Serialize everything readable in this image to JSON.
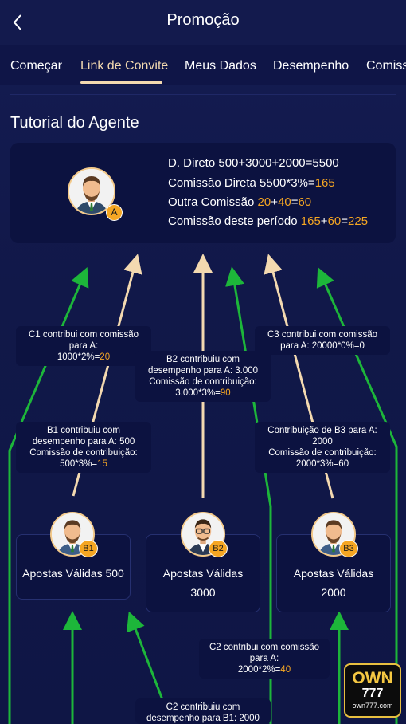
{
  "header": {
    "title": "Promoção"
  },
  "tabs": [
    {
      "label": "Começar"
    },
    {
      "label": "Link de Convite"
    },
    {
      "label": "Meus Dados"
    },
    {
      "label": "Desempenho"
    },
    {
      "label": "Comiss"
    }
  ],
  "section_title": "Tutorial do Agente",
  "agent": {
    "badge": "A",
    "line1": "D. Direto 500+3000+2000=5500",
    "line2_prefix": "Comissão Direta 5500*3%=",
    "line2_value": "165",
    "line3_prefix": "Outra Comissão ",
    "line3_a": "20",
    "line3_plus1": "+",
    "line3_b": "40",
    "line3_eq": "=",
    "line3_c": "60",
    "line4_prefix": "Comissão deste período ",
    "line4_a": "165",
    "line4_plus": "+",
    "line4_b": "60",
    "line4_eq": "=",
    "line4_c": "225"
  },
  "labels": {
    "c1_l1": "C1 contribui com comissão",
    "c1_l2": "para A:",
    "c1_l3a": "1000*2%=",
    "c1_l3b": "20",
    "b2_l1": "B2 contribuiu com",
    "b2_l2": "desempenho para A: 3.000",
    "b2_l3": "Comissão de contribuição:",
    "b2_l4a": "3.000*3%=",
    "b2_l4b": "90",
    "c3_l1": "C3 contribui com comissão",
    "c3_l2": "para A: 20000*0%=0",
    "b1_l1": "B1 contribuiu com",
    "b1_l2": "desempenho para A: 500",
    "b1_l3": "Comissão de contribuição:",
    "b1_l4a": "500*3%=",
    "b1_l4b": "15",
    "b3_l1": "Contribuição de B3 para A:",
    "b3_l2": "2000",
    "b3_l3": "Comissão de contribuição:",
    "b3_l4": "2000*3%=60",
    "c2_l1": "C2 contribui com comissão",
    "c2_l2": "para A:",
    "c2_l3a": "2000*2%=",
    "c2_l3b": "40",
    "c2b_l1": "C2 contribuiu com",
    "c2b_l2": "desempenho para B1: 2000"
  },
  "cards": [
    {
      "badge": "B1",
      "label": "Apostas Válidas 500",
      "value": ""
    },
    {
      "badge": "B2",
      "label": "Apostas Válidas",
      "value": "3000"
    },
    {
      "badge": "B3",
      "label": "Apostas Válidas",
      "value": "2000"
    }
  ],
  "logo": {
    "top": "OWN",
    "mid": "777",
    "bottom": "own777.com"
  },
  "colors": {
    "accent": "#f5a623",
    "tab_active": "#f3d9b0",
    "green_arrow": "#1db63a",
    "beige_arrow": "#f3d9b0",
    "card_bg": "#0c1240"
  }
}
